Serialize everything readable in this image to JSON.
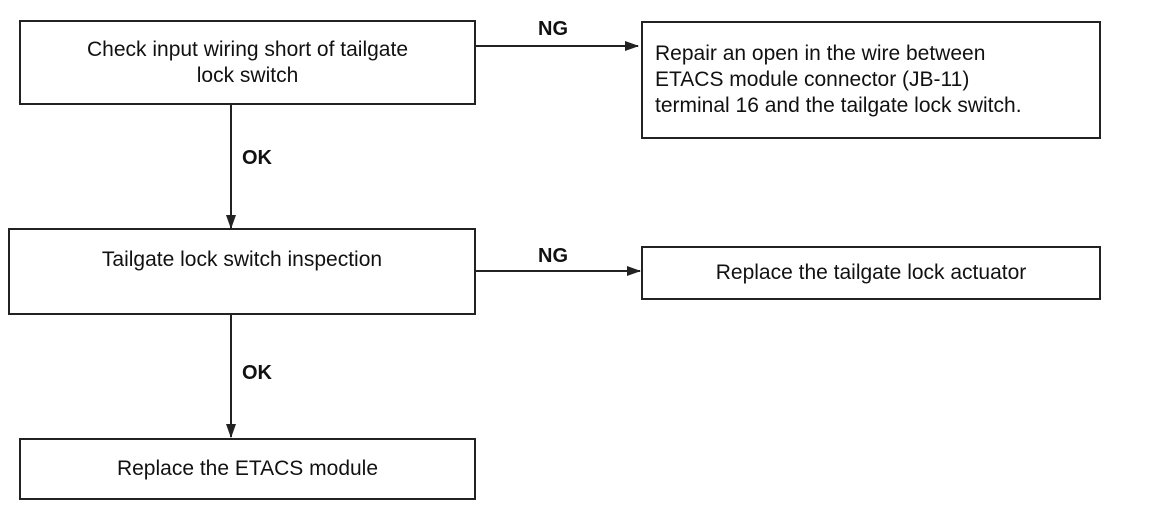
{
  "flowchart": {
    "nodes": {
      "check_wiring": {
        "text": "Check input wiring short of tailgate lock switch",
        "lines": [
          "Check input wiring short of tailgate",
          "lock switch"
        ]
      },
      "repair_open": {
        "text": "Repair an open in the wire between ETACS module connector (JB-11) terminal 16 and the tailgate lock switch.",
        "lines": [
          "Repair an open in the wire between",
          "ETACS module connector (JB-11)",
          "terminal 16 and the tailgate lock switch."
        ]
      },
      "switch_inspection": {
        "text": "Tailgate lock switch inspection"
      },
      "replace_actuator": {
        "text": "Replace the tailgate lock actuator"
      },
      "replace_etacs": {
        "text": "Replace the ETACS module"
      }
    },
    "edges": [
      {
        "from": "check_wiring",
        "to": "repair_open",
        "label": "NG"
      },
      {
        "from": "check_wiring",
        "to": "switch_inspection",
        "label": "OK"
      },
      {
        "from": "switch_inspection",
        "to": "replace_actuator",
        "label": "NG"
      },
      {
        "from": "switch_inspection",
        "to": "replace_etacs",
        "label": "OK"
      }
    ]
  }
}
